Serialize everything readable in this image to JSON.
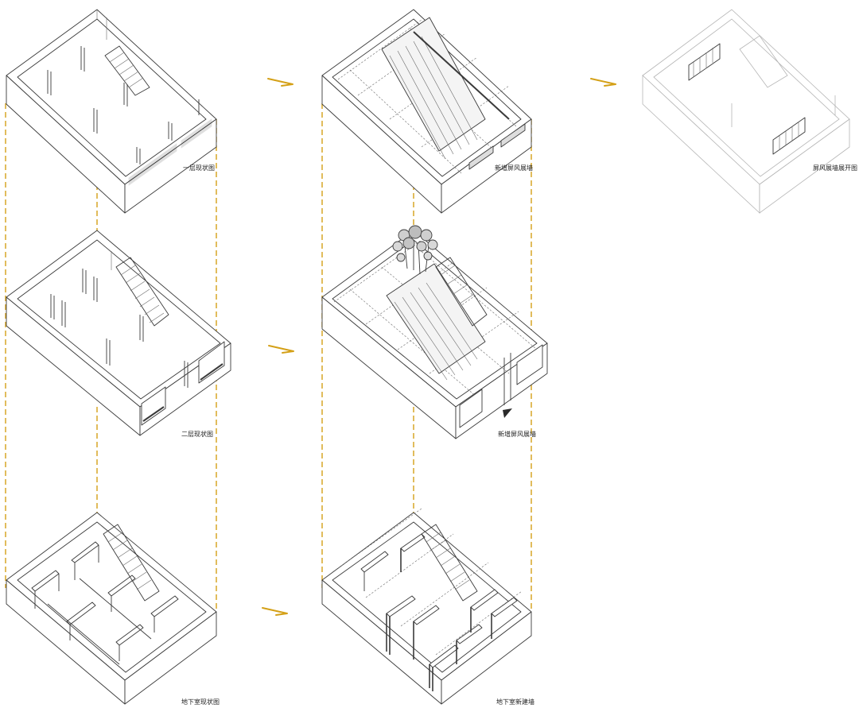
{
  "colors": {
    "guide": "#d4a017",
    "arrow": "#d4a017",
    "line": "#3a3a3a",
    "faint": "#b5b5b5"
  },
  "labels": {
    "floor1_existing": "一层现状图",
    "floor1_new": "新增屏风展墙",
    "floor1_unfold": "屏风展墙展开图",
    "floor2_existing": "二层现状图",
    "floor2_new": "新增屏风展墙",
    "basement_existing": "地下室现状图",
    "basement_new": "地下室新建墙"
  },
  "icons": {
    "arrow": "right-arrow-icon",
    "tree": "tree-icon",
    "north": "north-arrow-icon"
  }
}
